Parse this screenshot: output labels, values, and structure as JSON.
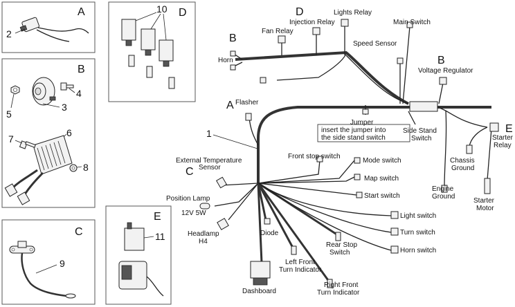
{
  "panels": {
    "A": {
      "letter": "A",
      "parts": [
        "2"
      ]
    },
    "B": {
      "letter": "B",
      "parts": [
        "3",
        "4",
        "5",
        "6",
        "7",
        "8"
      ]
    },
    "C": {
      "letter": "C",
      "parts": [
        "9"
      ]
    },
    "D": {
      "letter": "D",
      "parts": [
        "10"
      ]
    },
    "E": {
      "letter": "E",
      "parts": [
        "11"
      ]
    }
  },
  "main": {
    "ref_letters": {
      "A": "A",
      "B1": "B",
      "B2": "B",
      "C": "C",
      "D": "D",
      "E": "E"
    },
    "harness_number": "1",
    "labels": {
      "lights_relay": "Lights Relay",
      "injection_relay": "Injection Relay",
      "fan_relay": "Fan Relay",
      "main_switch": "Main Switch",
      "speed_sensor": "Speed Sensor",
      "horn": "Horn",
      "voltage_regulator_1": "Voltage Regulator",
      "flasher": "Flasher",
      "jumper": "Jumper",
      "jumper_note_1": "insert the jumper into",
      "jumper_note_2": "the side stand switch",
      "side_stand_1": "Side Stand",
      "side_stand_2": "Switch",
      "starter_relay_1": "Starter",
      "starter_relay_2": "Relay",
      "chassis_ground_1": "Chassis",
      "chassis_ground_2": "Ground",
      "engine_ground_1": "Engine",
      "engine_ground_2": "Ground",
      "starter_motor_1": "Starter",
      "starter_motor_2": "Motor",
      "ext_temp_1": "External Temperature",
      "ext_temp_2": "Sensor",
      "front_stop_switch": "Front stop switch",
      "mode_switch": "Mode switch",
      "map_switch": "Map switch",
      "start_switch": "Start switch",
      "position_lamp_1": "Position Lamp",
      "position_lamp_2": "12V 5W",
      "headlamp_1": "Headlamp",
      "headlamp_2": "H4",
      "diode": "Diode",
      "light_switch": "Light switch",
      "turn_switch": "Turn switch",
      "horn_switch": "Horn switch",
      "rear_stop_1": "Rear Stop",
      "rear_stop_2": "Switch",
      "left_front_1": "Left Front",
      "left_front_2": "Turn Indicator",
      "right_front_1": "Right Front",
      "right_front_2": "Turn Indicator",
      "dashboard": "Dashboard"
    }
  }
}
